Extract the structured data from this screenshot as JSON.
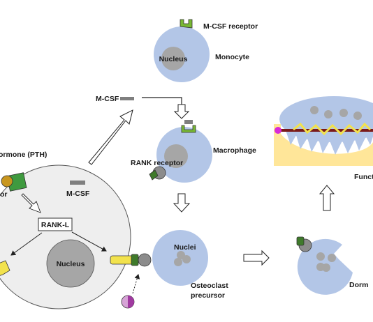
{
  "labels": {
    "mcsf_receptor": "M-CSF receptor",
    "monocyte": "Monocyte",
    "nucleus_monocyte": "Nucleus",
    "mcsf_top": "M-CSF",
    "macrophage": "Macrophage",
    "rank_receptor": "RANK receptor",
    "pth": "ormone (PTH)",
    "receptor_fragment": "or",
    "mcsf_cell": "M-CSF",
    "rankl": "RANK-L",
    "nucleus_osteoblast": "Nucleus",
    "nuclei": "Nuclei",
    "osteoclast_precursor_1": "Osteoclast",
    "osteoclast_precursor_2": "precursor",
    "dormant": "Dorm",
    "functional": "Funct"
  },
  "colors": {
    "cell_blue": "#b3c6e7",
    "nucleus_gray": "#a6a6a6",
    "osteoblast_fill": "#eeeeee",
    "receptor_green": "#78b833",
    "rank_gray": "#8c8c8c",
    "rank_green": "#3f7a2b",
    "rankl_yellow": "#f2e24d",
    "bone_yellow": "#ffe699",
    "integrin_magenta": "#d82bd8",
    "fiber_darkred": "#7a1a1a",
    "arrow_black": "#222222"
  }
}
